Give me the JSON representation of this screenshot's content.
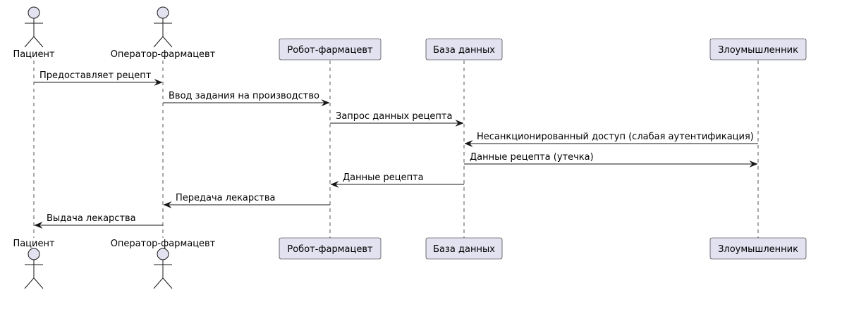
{
  "participants": [
    {
      "id": "patient",
      "name": "Пациент",
      "kind": "actor"
    },
    {
      "id": "operator",
      "name": "Оператор-фармацевт",
      "kind": "actor"
    },
    {
      "id": "robot",
      "name": "Робот-фармацевт",
      "kind": "participant"
    },
    {
      "id": "db",
      "name": "База данных",
      "kind": "participant"
    },
    {
      "id": "attacker",
      "name": "Злоумышленник",
      "kind": "participant"
    }
  ],
  "messages": [
    {
      "from": "patient",
      "to": "operator",
      "text": "Предоставляет рецепт"
    },
    {
      "from": "operator",
      "to": "robot",
      "text": "Ввод задания на производство"
    },
    {
      "from": "robot",
      "to": "db",
      "text": "Запрос данных рецепта"
    },
    {
      "from": "attacker",
      "to": "db",
      "text": "Несанкционированный доступ (слабая аутентификация)"
    },
    {
      "from": "db",
      "to": "attacker",
      "text": "Данные рецепта (утечка)"
    },
    {
      "from": "db",
      "to": "robot",
      "text": "Данные рецепта"
    },
    {
      "from": "robot",
      "to": "operator",
      "text": "Передача лекарства"
    },
    {
      "from": "operator",
      "to": "patient",
      "text": "Выдача лекарства"
    }
  ],
  "colors": {
    "participant_fill": "#E2E2F0",
    "border": "#181818",
    "lifeline": "#555555"
  }
}
